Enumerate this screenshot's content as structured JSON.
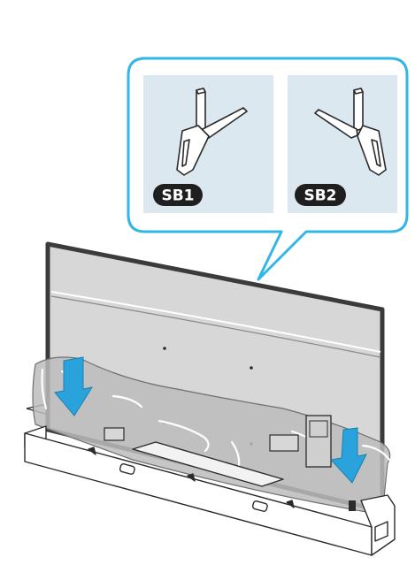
{
  "callout": {
    "panels": [
      {
        "id": "stand-sb1",
        "label": "SB1"
      },
      {
        "id": "stand-sb2",
        "label": "SB2"
      }
    ]
  },
  "colors": {
    "callout_border": "#33b5e8",
    "panel_fill": "#dbe8ef",
    "badge_fill": "#1f1f1f",
    "arrow_fill": "#2aa3dc",
    "tv_back": "#d7d7d7",
    "tv_frame": "#3b3b3b",
    "bag_fill": "#bfbfbf",
    "box_fill": "#ffffff",
    "line": "#2b2b2b"
  },
  "icons": [
    "stand-foot-icon",
    "down-arrow-icon"
  ]
}
